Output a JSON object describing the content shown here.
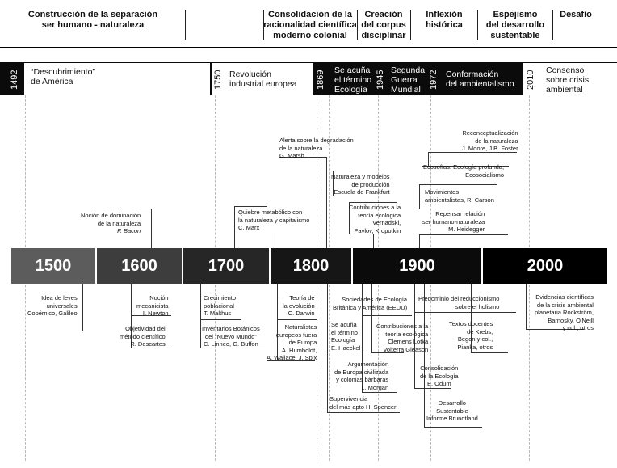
{
  "periods": [
    {
      "l1": "Construcción de la separación",
      "l2": "ser humano - naturaleza",
      "l3": ""
    },
    {
      "l1": "Consolidación de la",
      "l2": "racionalidad científica",
      "l3": "moderno colonial"
    },
    {
      "l1": "Creación",
      "l2": "del corpus",
      "l3": "disciplinar"
    },
    {
      "l1": "Inflexión",
      "l2": "histórica",
      "l3": ""
    },
    {
      "l1": "Espejismo",
      "l2": "del desarrollo",
      "l3": "sustentable"
    },
    {
      "l1": "Desafío",
      "l2": "",
      "l3": ""
    }
  ],
  "eras": [
    {
      "year": "1492",
      "l1": "“Descubrimiento”",
      "l2": "de América",
      "l3": ""
    },
    {
      "year": "1750",
      "l1": "Revolución",
      "l2": "industrial europea",
      "l3": ""
    },
    {
      "year": "1869",
      "l1": "Se acuña",
      "l2": "el término",
      "l3": "Ecología"
    },
    {
      "year": "1945",
      "l1": "Segunda",
      "l2": "Guerra",
      "l3": "Mundial"
    },
    {
      "year": "1972",
      "l1": "Conformación",
      "l2": "del ambientalismo",
      "l3": ""
    },
    {
      "year": "2010",
      "l1": "Consenso",
      "l2": "sobre crisis",
      "l3": "ambiental"
    }
  ],
  "centuries": [
    "1500",
    "1600",
    "1700",
    "1800",
    "1900",
    "2000"
  ],
  "colors": {
    "c1500": "#5c5c5c",
    "c1600": "#3d3d3d",
    "c1700": "#262626",
    "c1800": "#161616",
    "c1900": "#0b0b0b",
    "c2000": "#000000"
  },
  "upper": {
    "bacon": {
      "l1": "Noción de dominación",
      "l2": "de la naturaleza",
      "l3": "F. Bacon"
    },
    "marx": {
      "l1": "Quiebre metabólico con",
      "l2": "la naturaleza y capitalismo",
      "l3": "C. Marx"
    },
    "marsh": {
      "l1": "Alerta sobre la degradación",
      "l2": "de la naturaleza",
      "l3": "G. Marsh"
    },
    "frankfurt": {
      "l1": "Naturaleza y modelos",
      "l2": "de producción",
      "l3": "Escuela de Frankfurt"
    },
    "vernadski": {
      "l1": "Contribuciones a la",
      "l2": "teoría ecológica",
      "l3": "Vernadski,",
      "l4": "Pavlov, Kropotkin"
    },
    "moore": {
      "l1": "Reconceptualización",
      "l2": "de la naturaleza",
      "l3": "J. Moore, J.B. Foster"
    },
    "ecosofias": {
      "l1": "Ecosofías: Ecología profunda,",
      "l2": "Ecosocialismo"
    },
    "carson": {
      "l1": "Movimientos",
      "l2": "ambientalistas, R. Carson"
    },
    "heidegger": {
      "l1": "Repensar relación",
      "l2": "ser humano-naturaleza",
      "l3": "M. Heidegger"
    }
  },
  "lower": {
    "copernico": {
      "l1": "Idea de leyes",
      "l2": "universales",
      "l3": "Copérnico, Galileo"
    },
    "newton": {
      "l1": "Noción",
      "l2": "mecanicista",
      "l3": "I. Newton"
    },
    "descartes": {
      "l1": "Objetividad del",
      "l2": "método científico",
      "l3": "R. Descartes"
    },
    "malthus": {
      "l1": "Crecimiento",
      "l2": "poblacional",
      "l3": "T. Malthus"
    },
    "linneo": {
      "l1": "Inventarios Botánicos",
      "l2": "del “Nuevo Mundo”",
      "l3": "C. Linneo, G. Buffon"
    },
    "darwin": {
      "l1": "Teoría de",
      "l2": "la evolución",
      "l3": "C. Darwin"
    },
    "humboldt": {
      "l1": "Naturalistas",
      "l2": "europeos fuera",
      "l3": "de Europa",
      "l4": "A. Humboldt,",
      "l5": "A. Wallace, J. Spix"
    },
    "haeckel": {
      "l1": "Se acuña",
      "l2": "el término",
      "l3": "Ecología",
      "l4": "E. Haeckel"
    },
    "sociedades": {
      "l1": "Sociedades de Ecología",
      "l2": "Británica y América (EEUU)"
    },
    "lotka": {
      "l1": "Contribuciones a la",
      "l2": "teoría ecológica",
      "l3": "Clemens Lotka",
      "l4": "Volterra Gleason"
    },
    "morgan": {
      "l1": "Argumentación",
      "l2": "de Europa civilizada",
      "l3": "y colonias bárbaras",
      "l4": "L. Morgan"
    },
    "spencer": {
      "l1": "Supervivencia",
      "l2": "del más apto H. Spencer"
    },
    "reduccionismo": {
      "l1": "Predominio del reduccionismo",
      "l2": "sobre el holismo"
    },
    "krebs": {
      "l1": "Textos docentes",
      "l2": "de Krebs,",
      "l3": "Begon y col.,",
      "l4": "Pianka, otros"
    },
    "odum": {
      "l1": "Consolidación",
      "l2": "de la Ecología",
      "l3": "E. Odum"
    },
    "brundtland": {
      "l1": "Desarrollo",
      "l2": "Sustentable",
      "l3": "Informe Brundtland"
    },
    "rockstrom": {
      "l1": "Evidencias científicas",
      "l2": "de la crisis ambiental",
      "l3": "planetaria Rockström,",
      "l4": "Barnosky, O'Neill",
      "l5": "y col., otros"
    }
  }
}
